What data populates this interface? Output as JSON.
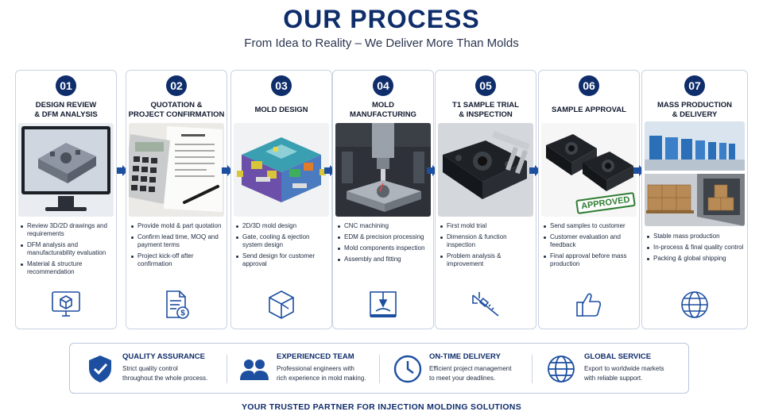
{
  "header": {
    "title": "OUR PROCESS",
    "subtitle": "From Idea to Reality – We Deliver More Than Molds"
  },
  "colors": {
    "brand": "#0f2d6b",
    "accent": "#1d4fa0",
    "approved": "#2e7d32"
  },
  "steps": [
    {
      "num": "01",
      "title": "DESIGN REVIEW\n& DFM ANALYSIS",
      "icon": "cube-monitor-icon",
      "bullets": [
        "Review 3D/2D drawings and requirements",
        "DFM analysis and manufacturability evaluation",
        "Material & structure recommendation"
      ]
    },
    {
      "num": "02",
      "title": "QUOTATION &\nPROJECT CONFIRMATION",
      "icon": "document-dollar-icon",
      "bullets": [
        "Provide mold & part quotation",
        "Confirm lead time, MOQ and payment terms",
        "Project kick-off after confirmation"
      ]
    },
    {
      "num": "03",
      "title": "MOLD DESIGN",
      "icon": "3d-box-icon",
      "bullets": [
        "2D/3D mold design",
        "Gate, cooling & ejection system design",
        "Send design for customer approval"
      ]
    },
    {
      "num": "04",
      "title": "MOLD\nMANUFACTURING",
      "icon": "cnc-machine-icon",
      "bullets": [
        "CNC machining",
        "EDM & precision processing",
        "Mold components inspection",
        "Assembly and fitting"
      ]
    },
    {
      "num": "05",
      "title": "T1 SAMPLE TRIAL\n& INSPECTION",
      "icon": "caliper-icon",
      "bullets": [
        "First mold trial",
        "Dimension & function inspection",
        "Problem analysis & improvement"
      ]
    },
    {
      "num": "06",
      "title": "SAMPLE APPROVAL",
      "icon": "thumbs-up-icon",
      "stamp": "APPROVED",
      "bullets": [
        "Send samples to customer",
        "Customer evaluation and feedback",
        "Final approval before mass production"
      ]
    },
    {
      "num": "07",
      "title": "MASS PRODUCTION\n& DELIVERY",
      "icon": "globe-icon",
      "bullets": [
        "Stable mass production",
        "In-process & final quality control",
        "Packing & global shipping"
      ]
    }
  ],
  "features": [
    {
      "title": "QUALITY ASSURANCE",
      "desc": "Strict quality control\nthroughout the whole process.",
      "icon": "shield-check-icon"
    },
    {
      "title": "EXPERIENCED TEAM",
      "desc": "Professional engineers with\nrich experience in mold making.",
      "icon": "team-icon"
    },
    {
      "title": "ON-TIME DELIVERY",
      "desc": "Efficient project management\nto meet your deadlines.",
      "icon": "clock-icon"
    },
    {
      "title": "GLOBAL SERVICE",
      "desc": "Export to worldwide markets\nwith reliable support.",
      "icon": "globe-icon"
    }
  ],
  "footer": "YOUR TRUSTED PARTNER FOR INJECTION MOLDING SOLUTIONS"
}
